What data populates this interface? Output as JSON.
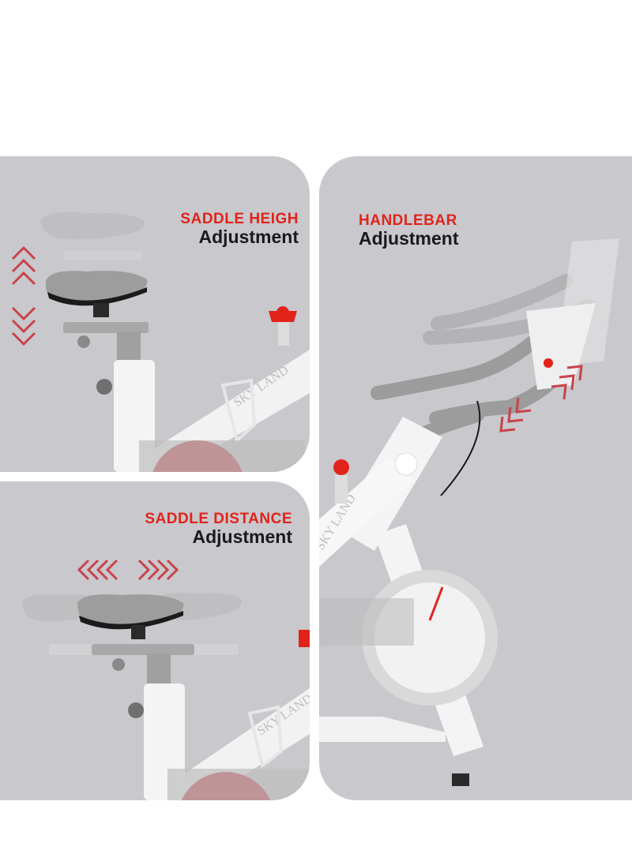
{
  "panels": {
    "saddle_height": {
      "title": "SADDLE HEIGH",
      "subtitle": "Adjustment"
    },
    "saddle_distance": {
      "title": "SADDLE DISTANCE",
      "subtitle": "Adjustment"
    },
    "handlebar": {
      "title": "HANDLEBAR",
      "subtitle": "Adjustment"
    }
  },
  "brand_text": "SKY LAND",
  "colors": {
    "panel_bg": "#c8c8cd",
    "accent_red": "#e2231a",
    "arrow_red": "#c9434b",
    "frame_white": "#f4f4f4",
    "seat_grey": "#9a9a9a"
  }
}
